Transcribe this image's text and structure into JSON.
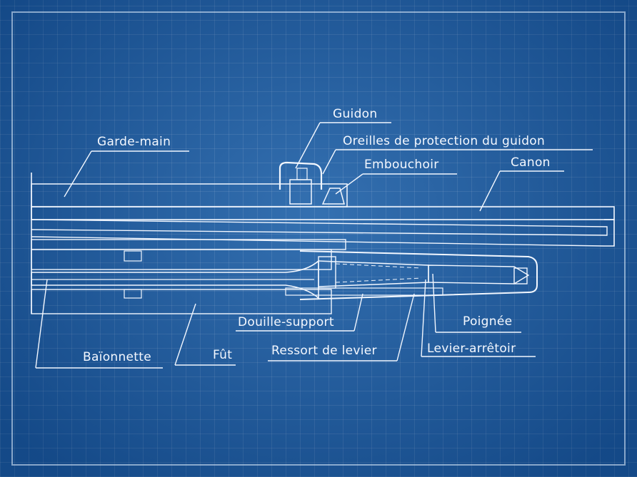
{
  "labels": {
    "guidon": "Guidon",
    "oreilles": "Oreilles de protection du guidon",
    "embouchoir": "Embouchoir",
    "canon": "Canon",
    "garde_main": "Garde-main",
    "douille_support": "Douille-support",
    "poignee": "Poignée",
    "ressort_de_levier": "Ressort de levier",
    "levier_arretoir": "Levier-arrêtoir",
    "baionnette": "Baïonnette",
    "fut": "Fût"
  },
  "colors": {
    "paper": "#1d60a8",
    "ink": "#f2f7ff"
  }
}
